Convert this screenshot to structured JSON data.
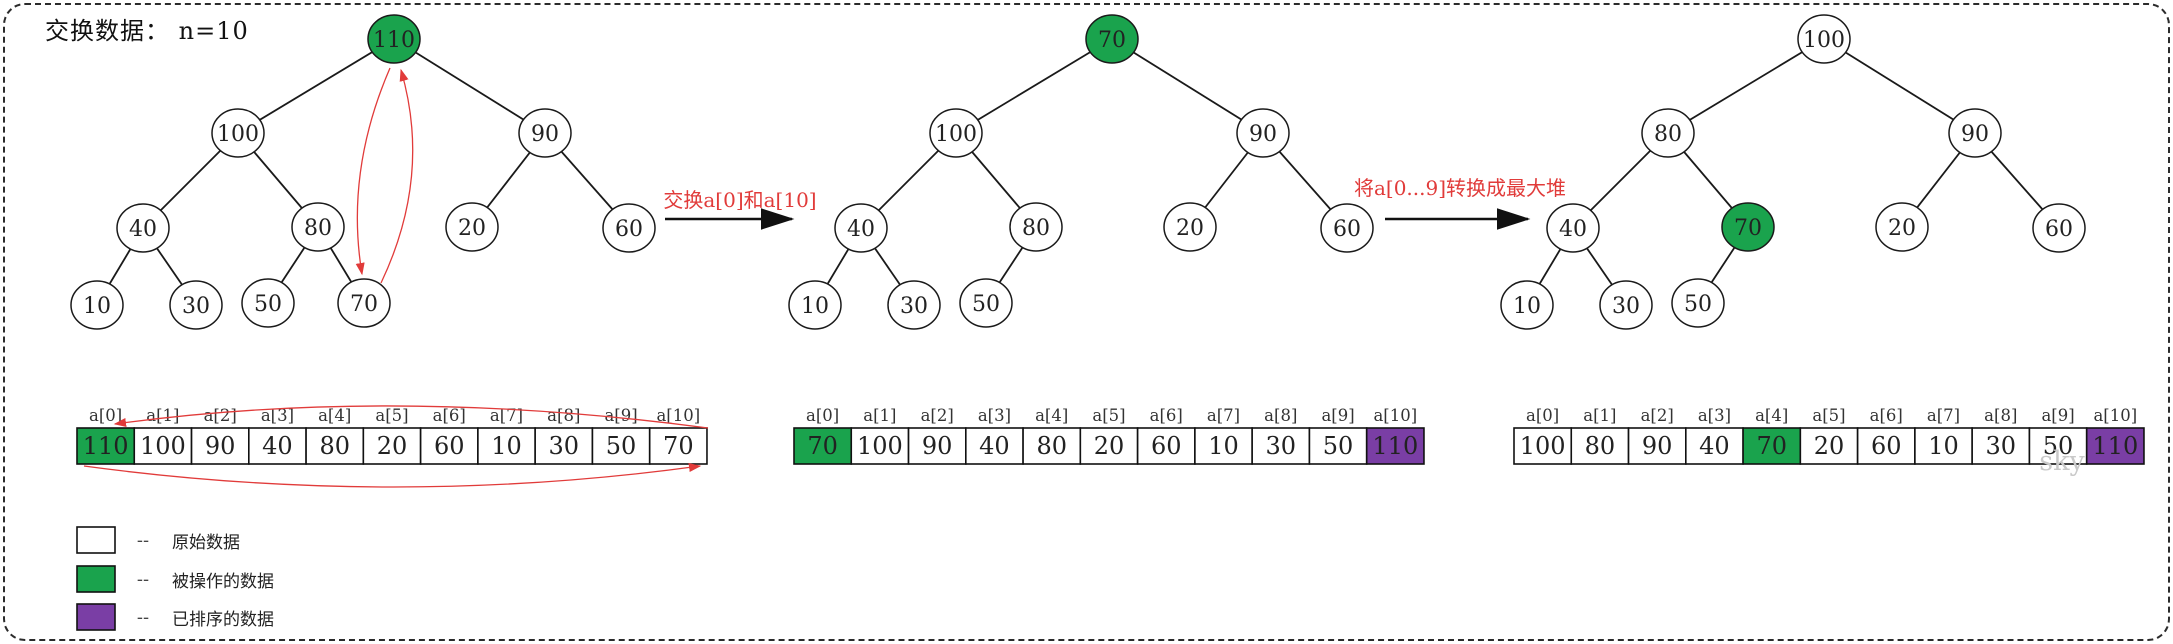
{
  "title": "交换数据： n=10",
  "watermark": "sky",
  "colors": {
    "original": "#ffffff",
    "operated": "#1aa34d",
    "sorted": "#7a3ea5",
    "red": "#e13b3a",
    "line": "#1a1a1a",
    "text": "#222222",
    "label_text": "#333333",
    "watermark_text": "#c9c9c9"
  },
  "legend_dash": "--",
  "legend": [
    {
      "state": "original",
      "label": "原始数据"
    },
    {
      "state": "operated",
      "label": "被操作的数据"
    },
    {
      "state": "sorted",
      "label": "已排序的数据"
    }
  ],
  "transitions": [
    {
      "label": "交换a[0]和a[10]"
    },
    {
      "label": "将a[0...9]转换成最大堆"
    }
  ],
  "index_labels": [
    "a[0]",
    "a[1]",
    "a[2]",
    "a[3]",
    "a[4]",
    "a[5]",
    "a[6]",
    "a[7]",
    "a[8]",
    "a[9]",
    "a[10]"
  ],
  "trees": [
    {
      "name": "tree-before-swap",
      "swap_arrows": true,
      "nodes": [
        {
          "i": 0,
          "v": 110,
          "state": "operated"
        },
        {
          "i": 1,
          "v": 100
        },
        {
          "i": 2,
          "v": 90
        },
        {
          "i": 3,
          "v": 40
        },
        {
          "i": 4,
          "v": 80
        },
        {
          "i": 5,
          "v": 20
        },
        {
          "i": 6,
          "v": 60
        },
        {
          "i": 7,
          "v": 10
        },
        {
          "i": 8,
          "v": 30
        },
        {
          "i": 9,
          "v": 50
        },
        {
          "i": 10,
          "v": 70
        }
      ]
    },
    {
      "name": "tree-after-swap",
      "swap_arrows": false,
      "nodes": [
        {
          "i": 0,
          "v": 70,
          "state": "operated"
        },
        {
          "i": 1,
          "v": 100
        },
        {
          "i": 2,
          "v": 90
        },
        {
          "i": 3,
          "v": 40
        },
        {
          "i": 4,
          "v": 80
        },
        {
          "i": 5,
          "v": 20
        },
        {
          "i": 6,
          "v": 60
        },
        {
          "i": 7,
          "v": 10
        },
        {
          "i": 8,
          "v": 30
        },
        {
          "i": 9,
          "v": 50
        }
      ]
    },
    {
      "name": "tree-max-heap",
      "swap_arrows": false,
      "nodes": [
        {
          "i": 0,
          "v": 100
        },
        {
          "i": 1,
          "v": 80
        },
        {
          "i": 2,
          "v": 90
        },
        {
          "i": 3,
          "v": 40
        },
        {
          "i": 4,
          "v": 70,
          "state": "operated"
        },
        {
          "i": 5,
          "v": 20
        },
        {
          "i": 6,
          "v": 60
        },
        {
          "i": 7,
          "v": 10
        },
        {
          "i": 8,
          "v": 30
        },
        {
          "i": 9,
          "v": 50
        }
      ]
    }
  ],
  "arrays": [
    {
      "name": "array-before-swap",
      "swap_arrows": true,
      "values": [
        110,
        100,
        90,
        40,
        80,
        20,
        60,
        10,
        30,
        50,
        70
      ],
      "states": {
        "0": "operated"
      }
    },
    {
      "name": "array-after-swap",
      "swap_arrows": false,
      "values": [
        70,
        100,
        90,
        40,
        80,
        20,
        60,
        10,
        30,
        50,
        110
      ],
      "states": {
        "0": "operated",
        "10": "sorted"
      }
    },
    {
      "name": "array-max-heap",
      "swap_arrows": false,
      "values": [
        100,
        80,
        90,
        40,
        70,
        20,
        60,
        10,
        30,
        50,
        110
      ],
      "states": {
        "4": "operated",
        "10": "sorted"
      }
    }
  ]
}
